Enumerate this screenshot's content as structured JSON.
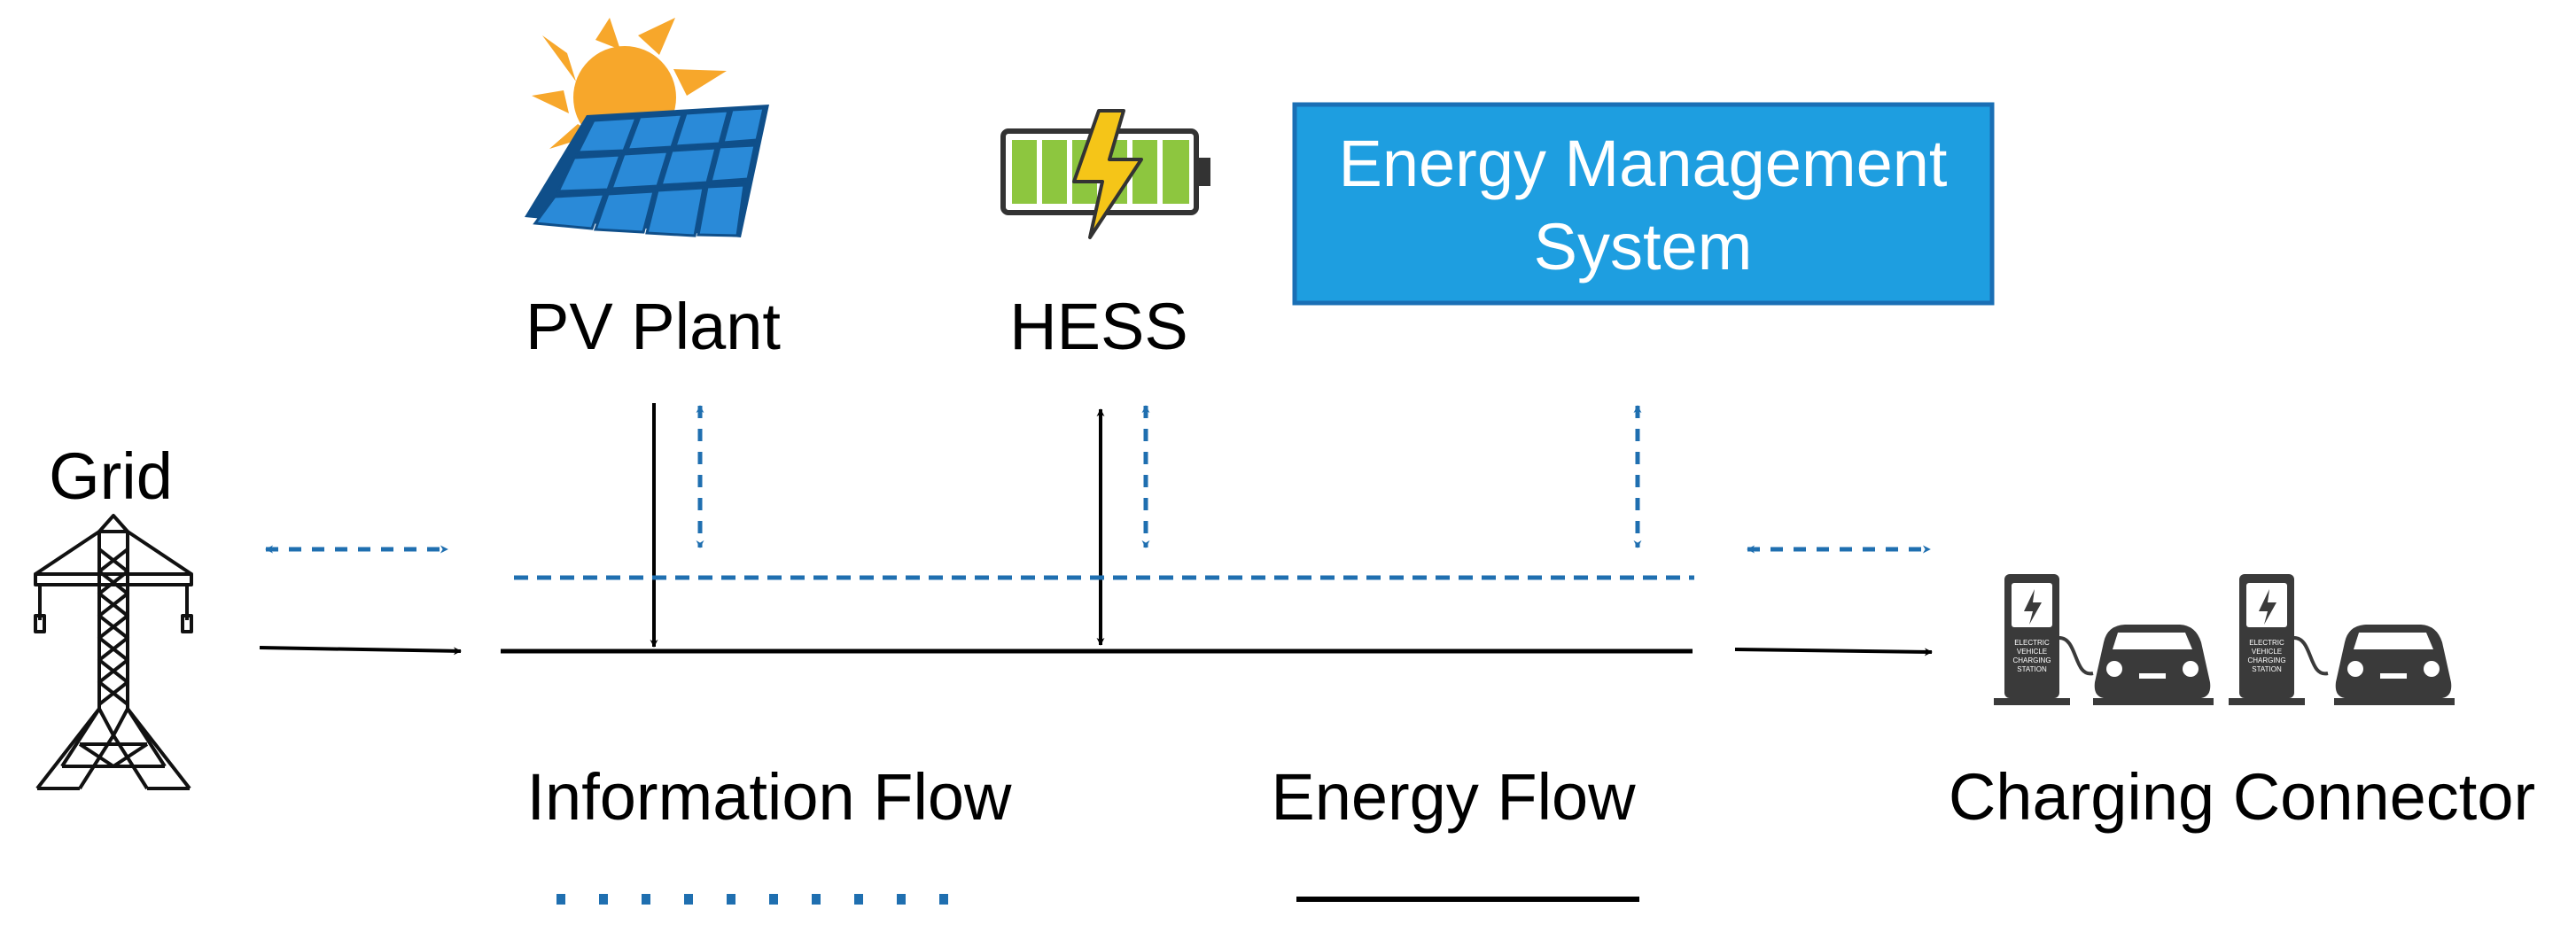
{
  "labels": {
    "grid": "Grid",
    "pv_plant": "PV Plant",
    "hess": "HESS",
    "charging_connector": "Charging Connector"
  },
  "ems": {
    "line1": "Energy Management",
    "line2": "System"
  },
  "legend": {
    "information_flow": "Information Flow",
    "energy_flow": "Energy Flow"
  },
  "station_sign": [
    "ELECTRIC",
    "VEHICLE",
    "CHARGING",
    "STATION"
  ],
  "colors": {
    "info_flow": "#1f6fb0",
    "energy_flow": "#000000",
    "ems_box": "#1e9ee0",
    "ems_border": "#1a6fb5",
    "sun": "#f7a72b",
    "panel": "#1d7ac9",
    "battery_cell": "#8dc63f",
    "bolt": "#f5c518",
    "icon_dark": "#3a3a3a"
  },
  "icons": [
    "transmission-tower-icon",
    "solar-panel-icon",
    "battery-icon",
    "ev-charging-station-icon",
    "car-icon"
  ]
}
